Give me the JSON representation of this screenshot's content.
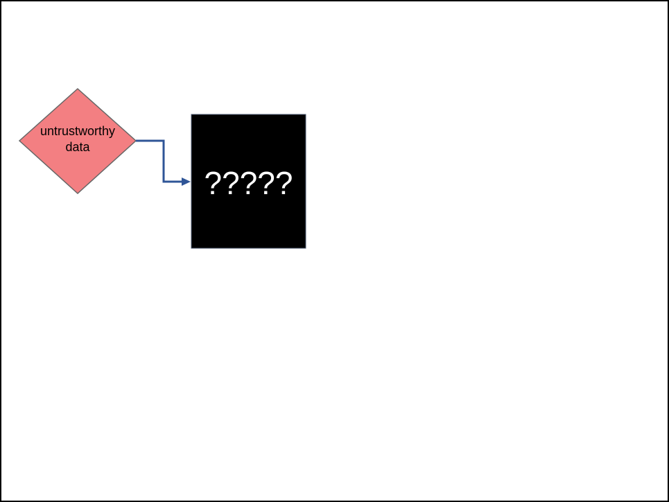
{
  "diagram": {
    "input_node": {
      "line1": "untrustworthy",
      "line2": "data",
      "fill_color": "#f37f82",
      "border_color": "#666666"
    },
    "process_node": {
      "label": "?????",
      "fill_color": "#000000",
      "text_color": "#ffffff"
    },
    "connector": {
      "color": "#2f5597",
      "direction": "input_node → process_node"
    }
  }
}
